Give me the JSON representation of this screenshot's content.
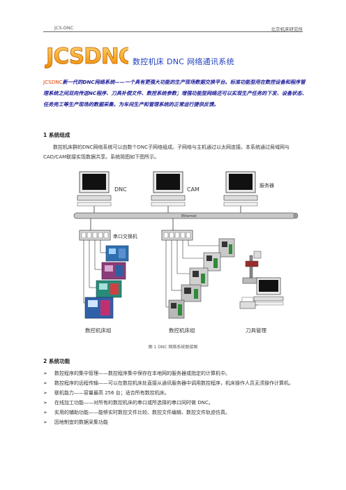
{
  "header": {
    "left": "JCS-DNC",
    "right": "北京机床研究所"
  },
  "logo_text": "JCSDNC",
  "title": "数控机床 DNC 网络通讯系统",
  "intro": {
    "brand": "JCSDNC",
    "text": "新一代的DNC网络系统——一个具有更强大功能的生产现场数据交换平台。标准功能型用在数控设备和程序管理系统之间双向传送NC程序、刀具补偿文件、数控系统参数；增强功能型网络还可以实现生产任务的下发、设备状态、任务完工等生产现场的数据采集，为车间生产和管理系统的正常运行提供反馈。"
  },
  "section1": {
    "heading": "1 系统组成",
    "paragraph": "数控机床群的DNC网络系统可以由数个DNC子网络组成。子网络与主机通过以太网连接。本系统通过局域网与CAD/CAM联接实现数据共享。系统简图如下图所示。"
  },
  "diagram": {
    "pc_labels": [
      "DNC",
      "CAM",
      "服务器"
    ],
    "ethernet_label": "Ethernet",
    "switch_label": "串口交换机",
    "group_labels": [
      "数控机床组",
      "数控机床组",
      "刀具管理"
    ]
  },
  "caption": "图 1  DNC 网络系统联接图",
  "section2": {
    "heading": "2 系统功能",
    "items": [
      "数控程序的集中管理——数控程序集中保存在本地网的服务器或指定的计算机中。",
      "数控程序的远程传输——可以在数控机床处直接从通讯服务器中调用数控程序，机床操作人员无须操作计算机。",
      "联机能力——容量最高 256 台；适合所有数控机床。",
      "在线加工功能——对所有的数控机床的串口或所选择的串口同时做 DNC。",
      "实用的辅助功能——能够实时数控文件比较、数控文件编辑、数控文件轨迹仿真。",
      "因地制宜的数据采集功能"
    ],
    "bullet": "➢"
  },
  "colors": {
    "title": "#1f3fbf",
    "intro_text": "#1a1a99",
    "brand": "#e03c00",
    "logo_fill": "#f5a623"
  }
}
